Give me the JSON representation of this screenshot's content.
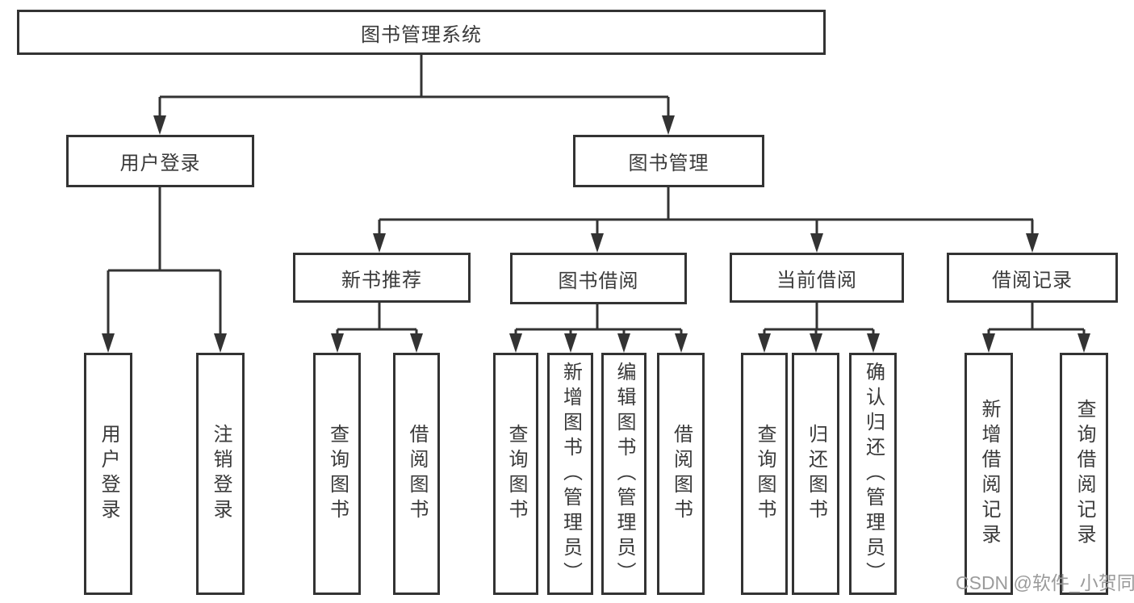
{
  "diagram": {
    "root": {
      "label": "图书管理系统"
    },
    "branches": [
      {
        "label": "用户登录",
        "children": [
          "用户登录",
          "注销登录"
        ]
      },
      {
        "label": "图书管理",
        "sections": [
          {
            "label": "新书推荐",
            "children": [
              "查询图书",
              "借阅图书"
            ]
          },
          {
            "label": "图书借阅",
            "children": [
              "查询图书",
              "新增图书（管理员）",
              "编辑图书（管理员）",
              "借阅图书"
            ]
          },
          {
            "label": "当前借阅",
            "children": [
              "查询图书",
              "归还图书",
              "确认归还（管理员）"
            ]
          },
          {
            "label": "借阅记录",
            "children": [
              "新增借阅记录",
              "查询借阅记录"
            ]
          }
        ]
      }
    ]
  },
  "watermark": {
    "text": "CSDN @软件_小贺同学",
    "color": "#9b9b9b"
  },
  "colors": {
    "line": "#333333",
    "text": "#3a3a3a",
    "background": "#ffffff"
  }
}
